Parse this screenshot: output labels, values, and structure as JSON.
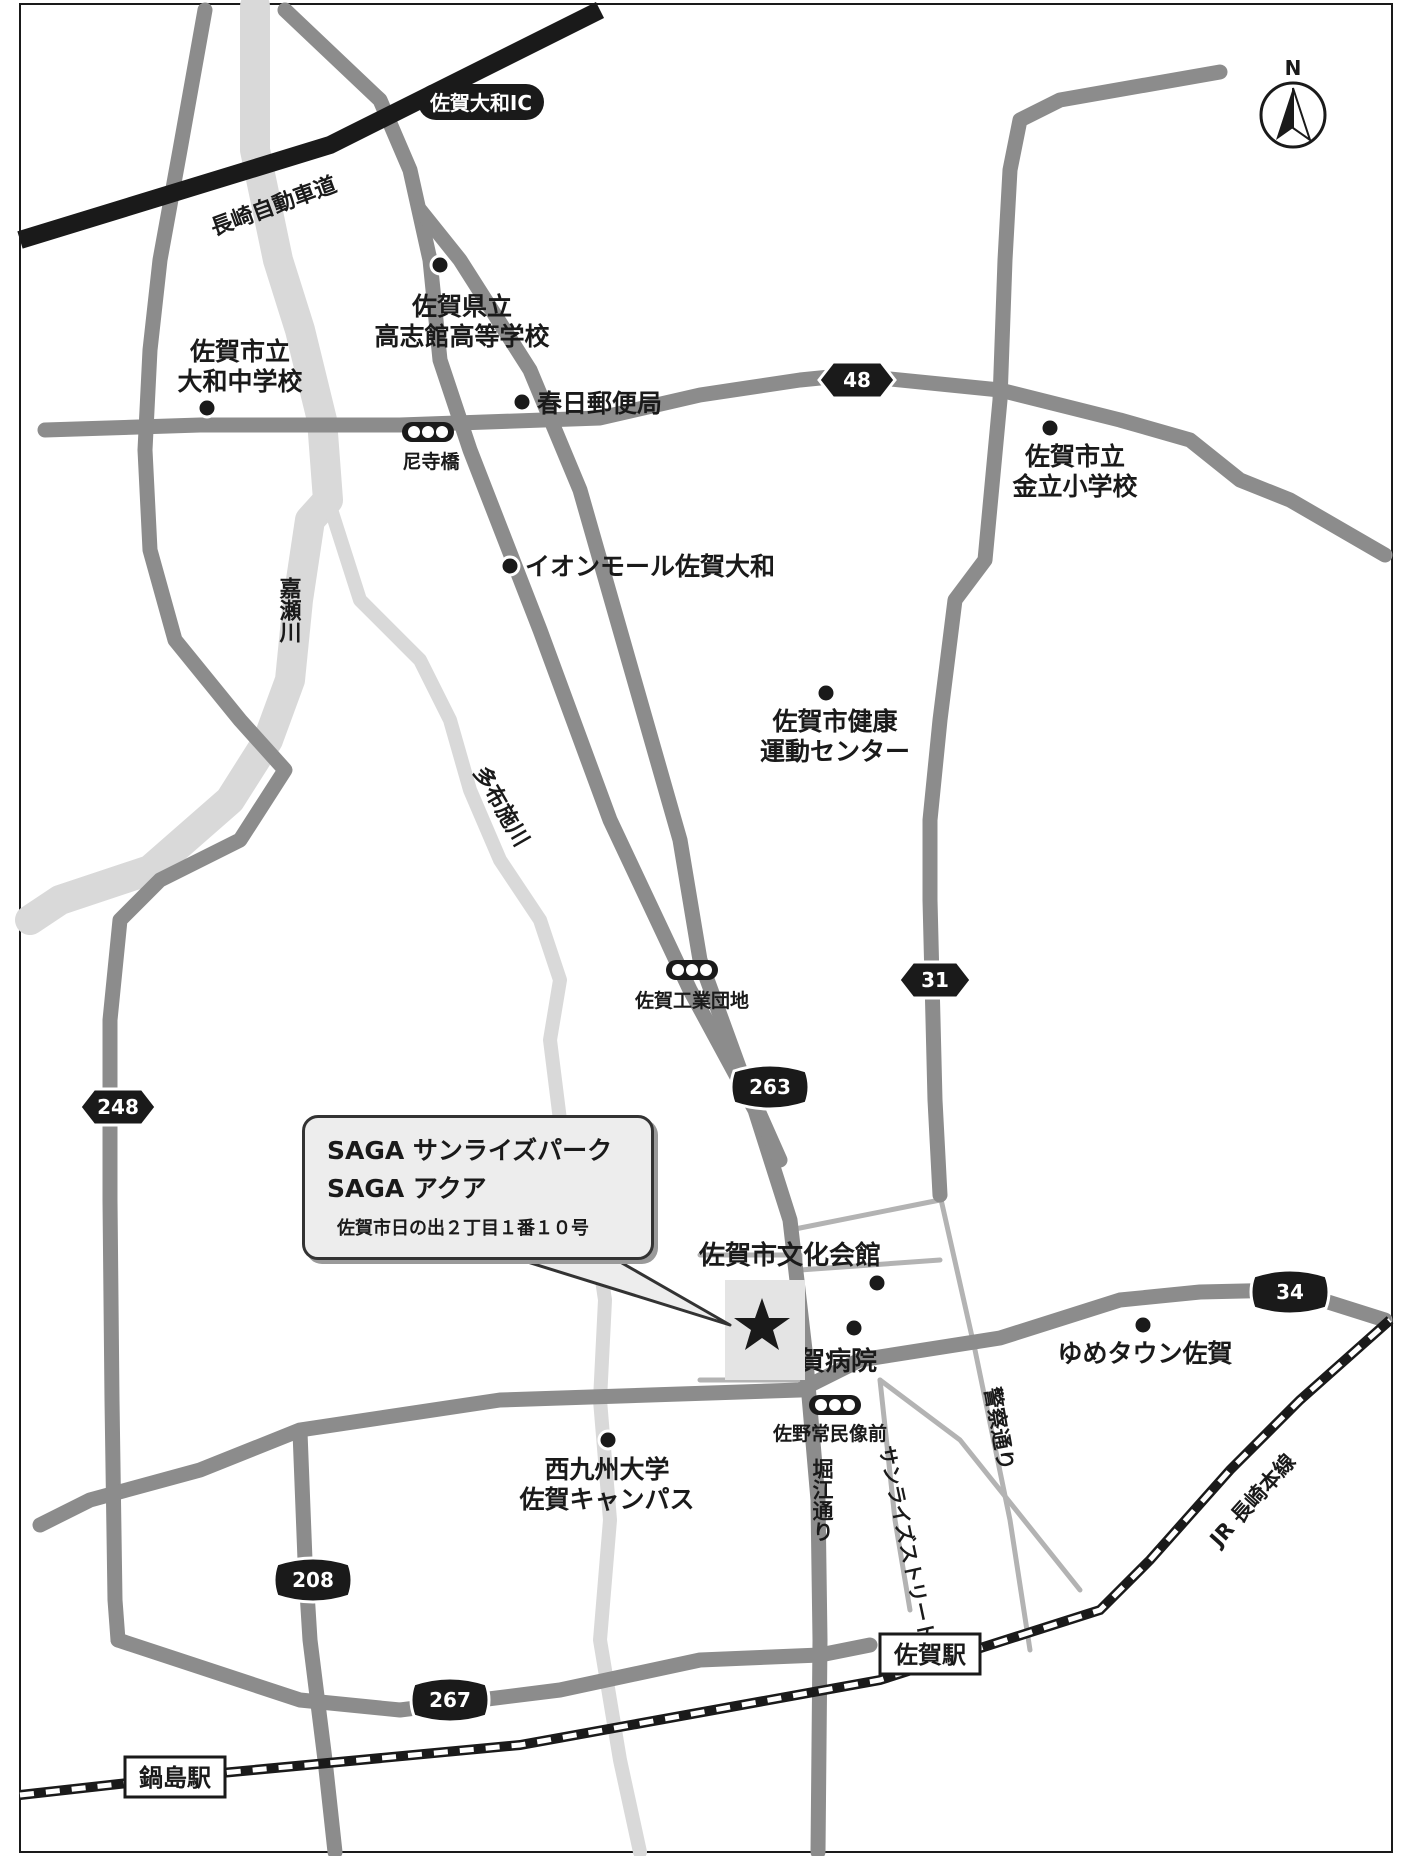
{
  "colors": {
    "expressway": "#1a1a1a",
    "road": "#8c8c8c",
    "minor_road": "#b3b3b3",
    "river": "#d9d9d9",
    "badge": "#1a1a1a",
    "accent": "#1a1a1a"
  },
  "compass": {
    "label": "N"
  },
  "interchange": {
    "label": "佐賀大和IC"
  },
  "expressway_label": "長崎自動車道",
  "route_badges": [
    "48",
    "31",
    "263",
    "248",
    "34",
    "208",
    "267"
  ],
  "pois": {
    "koshikan": "佐賀県立\n高志館高等学校",
    "yamato_jhs": "佐賀市立\n大和中学校",
    "kasuga_post": "春日郵便局",
    "kanatate_es": "佐賀市立\n金立小学校",
    "aeon": "イオンモール佐賀大和",
    "health_center": "佐賀市健康\n運動センター",
    "culture_hall": "佐賀市文化会館",
    "saga_hospital": "佐賀病院",
    "youme_town": "ゆめタウン佐賀",
    "nishikyushu_univ": "西九州大学\n佐賀キャンパス"
  },
  "signals": {
    "amaderabashi": "尼寺橋",
    "kogyo_danchi": "佐賀工業団地",
    "sano_tsunetami": "佐野常民像前"
  },
  "rivers": {
    "kase": "嘉瀬川",
    "tafuse": "多布施川"
  },
  "streets": {
    "horie": "堀江通り",
    "sunrise": "サンライズストリート",
    "keisatsu": "警察通り"
  },
  "railway": {
    "label": "JR 長崎本線"
  },
  "stations": {
    "saga": "佐賀駅",
    "nabeshima": "鍋島駅"
  },
  "callout": {
    "line1": "SAGA サンライズパーク",
    "line2": "SAGA アクア",
    "line3": "佐賀市日の出２丁目１番１０号"
  }
}
